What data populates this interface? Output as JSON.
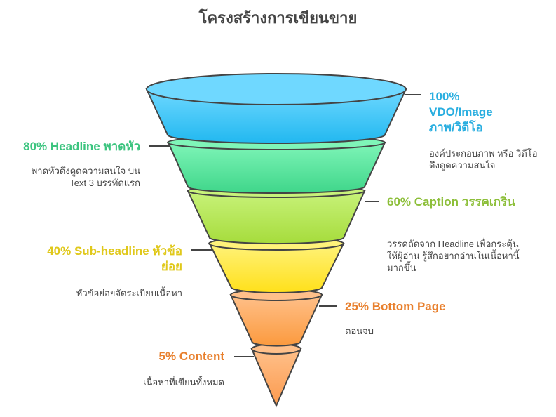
{
  "title": "โครงสร้างการเขียนขาย",
  "colors": {
    "blue": "#29aee0",
    "green": "#3cc47f",
    "lime": "#8dbf3a",
    "yellow": "#e0c81a",
    "orange": "#e8802e"
  },
  "stages": [
    {
      "title": "100% VDO/Image ภาพ/วิดีโอ",
      "desc": "องค์ประกอบภาพ หรือ วิดีโอ ดึงดูดความสนใจ"
    },
    {
      "title": "80% Headline พาดหัว",
      "desc": "พาดหัวดึงดูดความสนใจ บน Text 3 บรรทัดแรก"
    },
    {
      "title": "60% Caption วรรคเกริ่น",
      "desc": "วรรคถัดจาก Headline เพื่อกระตุ้นให้ผู้อ่าน รู้สึกอยากอ่านในเนื้อหานี้มากขึ้น"
    },
    {
      "title": "40% Sub-headline หัวข้อย่อย",
      "desc": "หัวข้อย่อยจัดระเบียบเนื้อหา"
    },
    {
      "title": "25% Bottom Page",
      "desc": "ตอนจบ"
    },
    {
      "title": "5% Content",
      "desc": "เนื้อหาที่เขียนทั้งหมด"
    }
  ]
}
